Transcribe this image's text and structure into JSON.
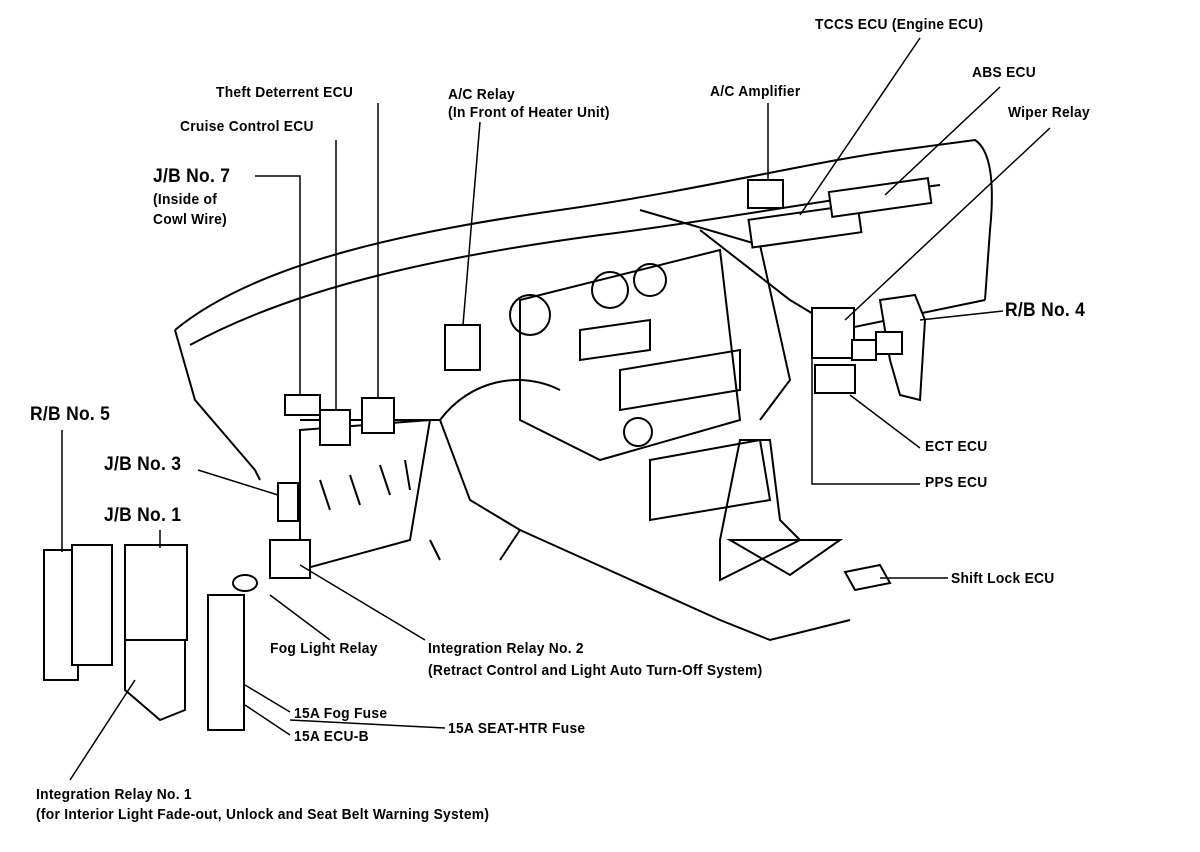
{
  "labels": {
    "tccs_ecu": "TCCS ECU (Engine ECU)",
    "abs_ecu": "ABS ECU",
    "wiper_relay": "Wiper Relay",
    "ac_amplifier": "A/C Amplifier",
    "ac_relay": "A/C Relay",
    "ac_relay_note": "(In Front of Heater Unit)",
    "theft_deterrent_ecu": "Theft Deterrent ECU",
    "cruise_control_ecu": "Cruise Control ECU",
    "jb7": "J/B No. 7",
    "jb7_note1": "(Inside of",
    "jb7_note2": "Cowl Wire)",
    "rb4": "R/B No. 4",
    "rb5": "R/B No. 5",
    "jb3": "J/B No. 3",
    "jb1": "J/B No. 1",
    "ect_ecu": "ECT ECU",
    "pps_ecu": "PPS ECU",
    "shift_lock_ecu": "Shift Lock ECU",
    "fog_light_relay": "Fog Light Relay",
    "integration_relay_2": "Integration Relay No. 2",
    "integration_relay_2_note": "(Retract Control and Light Auto Turn-Off System)",
    "fuse_fog": "15A Fog Fuse",
    "fuse_seat_htr": "15A SEAT-HTR Fuse",
    "fuse_ecu_b": "15A ECU-B",
    "integration_relay_1": "Integration Relay No. 1",
    "integration_relay_1_note": "(for Interior Light Fade-out, Unlock and Seat Belt Warning System)"
  }
}
